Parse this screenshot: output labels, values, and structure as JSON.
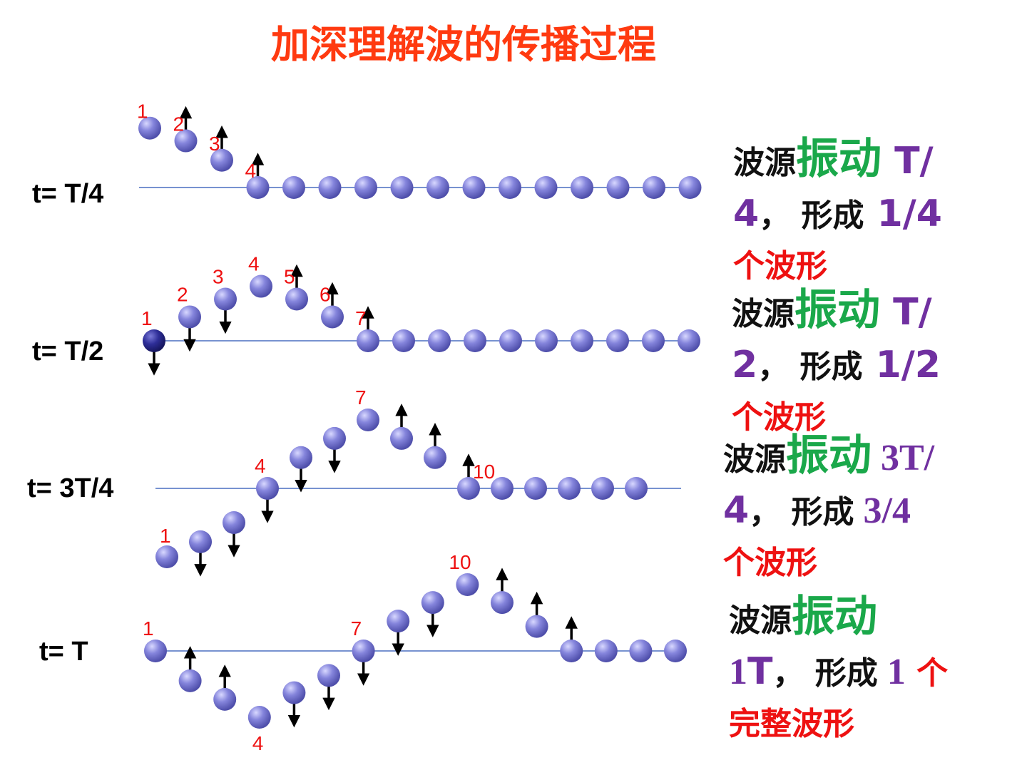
{
  "title": "加深理解波的传播过程",
  "colors": {
    "title": "#ff3a10",
    "axis": "#4a6fc0",
    "ball": "#7a7ad6",
    "ball_source": "#2b2b90",
    "label": "#ee1111",
    "green": "#1aa84a",
    "purple": "#7030a0",
    "arrow": "#000000"
  },
  "rows": [
    {
      "time_label": "t= T/4",
      "desc": {
        "a": "波源",
        "b": "振动",
        "c": " T/",
        "d": "4",
        "e": "， 形成",
        "f": " 1/4",
        "g": "个波形"
      },
      "particle_labels": [
        {
          "index": 1,
          "text": "1"
        },
        {
          "index": 2,
          "text": "2"
        },
        {
          "index": 3,
          "text": "3"
        },
        {
          "index": 4,
          "text": "4"
        }
      ],
      "displacement": [
        0.98,
        0.77,
        0.45,
        0,
        0,
        0,
        0,
        0,
        0,
        0,
        0,
        0,
        0,
        0,
        0,
        0
      ],
      "arrows": [
        {
          "index": 2,
          "dir": "up"
        },
        {
          "index": 3,
          "dir": "up"
        },
        {
          "index": 4,
          "dir": "up"
        }
      ]
    },
    {
      "time_label": "t= T/2",
      "desc": {
        "a": "波源",
        "b": "振动",
        "c": " T/",
        "d": "2",
        "e": "， 形成",
        "f": " 1/2",
        "g": "个波形"
      },
      "particle_labels": [
        {
          "index": 1,
          "text": "1"
        },
        {
          "index": 2,
          "text": "2"
        },
        {
          "index": 3,
          "text": "3"
        },
        {
          "index": 4,
          "text": "4"
        },
        {
          "index": 5,
          "text": "5"
        },
        {
          "index": 6,
          "text": "6"
        },
        {
          "index": 7,
          "text": "7"
        }
      ],
      "displacement": [
        0,
        0.43,
        0.75,
        0.98,
        0.75,
        0.43,
        0,
        0,
        0,
        0,
        0,
        0,
        0,
        0,
        0,
        0
      ],
      "arrows": [
        {
          "index": 1,
          "dir": "down"
        },
        {
          "index": 2,
          "dir": "down"
        },
        {
          "index": 3,
          "dir": "down"
        },
        {
          "index": 5,
          "dir": "up"
        },
        {
          "index": 6,
          "dir": "up"
        },
        {
          "index": 7,
          "dir": "up"
        }
      ]
    },
    {
      "time_label": "t= 3T/4",
      "desc": {
        "a": "波源",
        "b": "振动",
        "c": " 3T/",
        "d": "4",
        "e": "， 形成",
        "f": " 3/4",
        "g": "个波形"
      },
      "particle_labels": [
        {
          "index": 1,
          "text": "1"
        },
        {
          "index": 4,
          "text": "4"
        },
        {
          "index": 7,
          "text": "7"
        },
        {
          "index": 10,
          "text": "10"
        }
      ],
      "displacement": [
        -1,
        -0.78,
        -0.5,
        0,
        0.45,
        0.73,
        1,
        0.73,
        0.45,
        0,
        0,
        0,
        0,
        0,
        0
      ],
      "arrows": [
        {
          "index": 2,
          "dir": "down"
        },
        {
          "index": 3,
          "dir": "down"
        },
        {
          "index": 4,
          "dir": "down"
        },
        {
          "index": 5,
          "dir": "down"
        },
        {
          "index": 6,
          "dir": "down"
        },
        {
          "index": 8,
          "dir": "up"
        },
        {
          "index": 9,
          "dir": "up"
        },
        {
          "index": 10,
          "dir": "up"
        }
      ]
    },
    {
      "time_label": "t= T",
      "desc": {
        "a": "波源",
        "b": "振动",
        "c": "1",
        "d": "T",
        "e": "， 形成",
        "f": " 1",
        "g": " 个",
        "h": "完整波形"
      },
      "particle_labels": [
        {
          "index": 1,
          "text": "1"
        },
        {
          "index": 4,
          "text": "4"
        },
        {
          "index": 7,
          "text": "7"
        },
        {
          "index": 10,
          "text": "10"
        }
      ],
      "displacement": [
        0,
        -0.45,
        -0.73,
        -1,
        -0.63,
        -0.37,
        0,
        0.45,
        0.73,
        1,
        0.73,
        0.37,
        0,
        0,
        0,
        0
      ],
      "arrows": [
        {
          "index": 2,
          "dir": "up"
        },
        {
          "index": 3,
          "dir": "up"
        },
        {
          "index": 5,
          "dir": "down"
        },
        {
          "index": 6,
          "dir": "down"
        },
        {
          "index": 7,
          "dir": "down"
        },
        {
          "index": 8,
          "dir": "down"
        },
        {
          "index": 9,
          "dir": "down"
        },
        {
          "index": 11,
          "dir": "up"
        },
        {
          "index": 12,
          "dir": "up"
        },
        {
          "index": 13,
          "dir": "up"
        }
      ]
    }
  ]
}
